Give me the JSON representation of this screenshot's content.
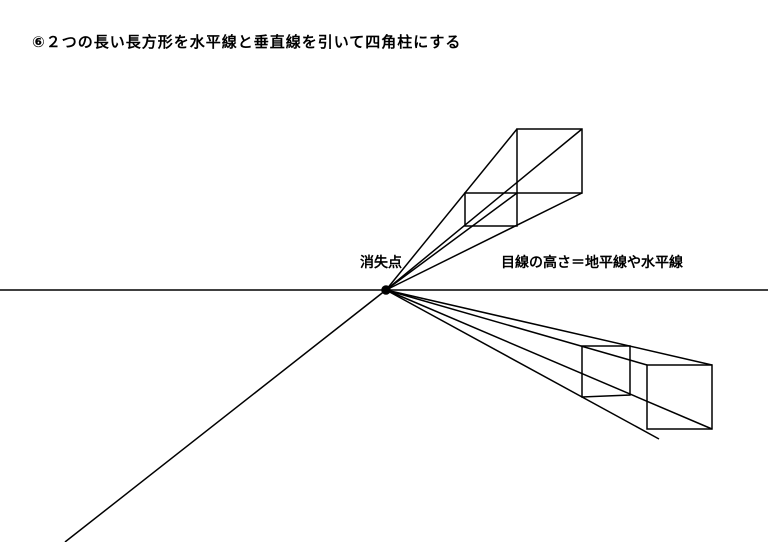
{
  "title": "⑥２つの長い長方形を水平線と垂直線を引いて四角柱にする",
  "labels": {
    "vanishing_point": "消失点",
    "eye_level": "目線の高さ＝地平線や水平線"
  },
  "colors": {
    "line": "#000000",
    "background": "#ffffff"
  }
}
